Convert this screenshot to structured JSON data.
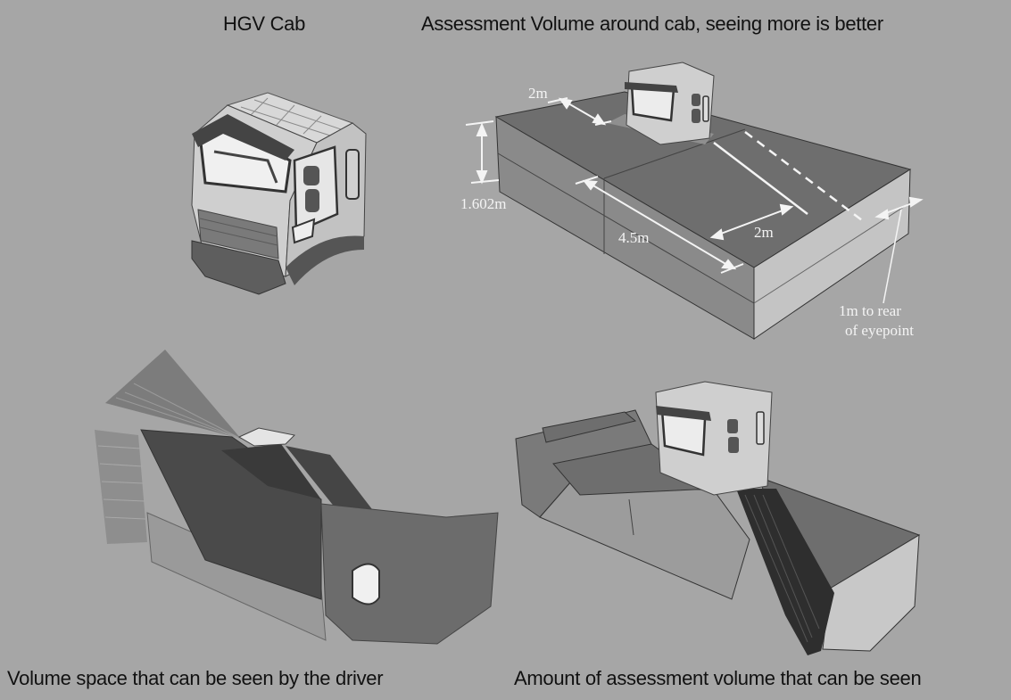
{
  "captions": {
    "hgv_cab": "HGV Cab",
    "assessment_volume": "Assessment Volume around cab, seeing more is better",
    "visible_volume": "Volume space that can be seen by the driver",
    "visible_assessment": "Amount of assessment volume that can be seen"
  },
  "dimensions": {
    "front_offset": "2m",
    "height": "1.602m",
    "length": "4.5m",
    "side_offset": "2m",
    "rear_offset_line1": "1m to rear",
    "rear_offset_line2": "of eyepoint"
  },
  "colors": {
    "background": "#a6a6a6",
    "box_top": "#6e6e6e",
    "box_side": "#8a8a8a",
    "box_end": "#c4c4c4",
    "dim_line": "#f4f4f4"
  }
}
